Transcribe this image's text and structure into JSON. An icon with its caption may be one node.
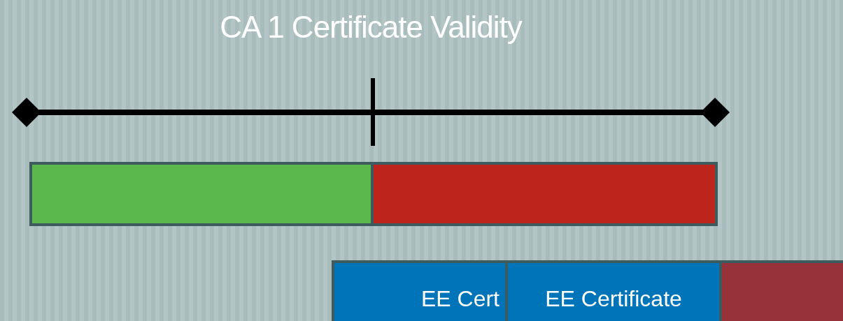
{
  "diagram": {
    "title": "CA 1 Certificate Validity",
    "nodes": [
      {
        "text": [],
        "shape": "bar"
      },
      {
        "text": [],
        "shape": "bar"
      },
      {
        "text": [
          "EE Cert"
        ]
      },
      {
        "text": [
          "EE Certificate"
        ]
      },
      {
        "text": [],
        "shape": "bar"
      }
    ]
  }
}
